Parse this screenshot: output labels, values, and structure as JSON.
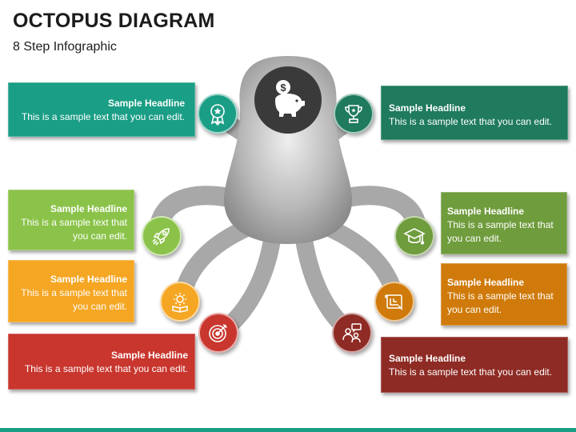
{
  "title": "OCTOPUS DIAGRAM",
  "subtitle": "8 Step Infographic",
  "steps": [
    {
      "headline": "Sample Headline",
      "text": "This is a sample text that you can edit.",
      "color": "#1a9e85",
      "icon": "badge-icon"
    },
    {
      "headline": "Sample Headline",
      "text": "This is a sample text that you can edit.",
      "color": "#1f7a5e",
      "icon": "trophy-icon"
    },
    {
      "headline": "Sample Headline",
      "text": "This is a sample text that you can edit.",
      "color": "#8bc34a",
      "icon": "rocket-icon"
    },
    {
      "headline": "Sample Headline",
      "text": "This is a sample text that you can edit.",
      "color": "#6f9c3c",
      "icon": "graduation-cap-icon"
    },
    {
      "headline": "Sample Headline",
      "text": "This is a sample text that you can edit.",
      "color": "#f5a623",
      "icon": "gear-book-icon"
    },
    {
      "headline": "Sample Headline",
      "text": "This is a sample text that you can edit.",
      "color": "#cf7a0a",
      "icon": "blueprint-icon"
    },
    {
      "headline": "Sample Headline",
      "text": "This is a sample text that you can edit.",
      "color": "#c8362e",
      "icon": "target-icon"
    },
    {
      "headline": "Sample Headline",
      "text": "This is a sample text that you can edit.",
      "color": "#8e2b24",
      "icon": "meeting-icon"
    }
  ],
  "center_icon": "piggy-bank-dollar-icon",
  "accent": "#1a9e85"
}
